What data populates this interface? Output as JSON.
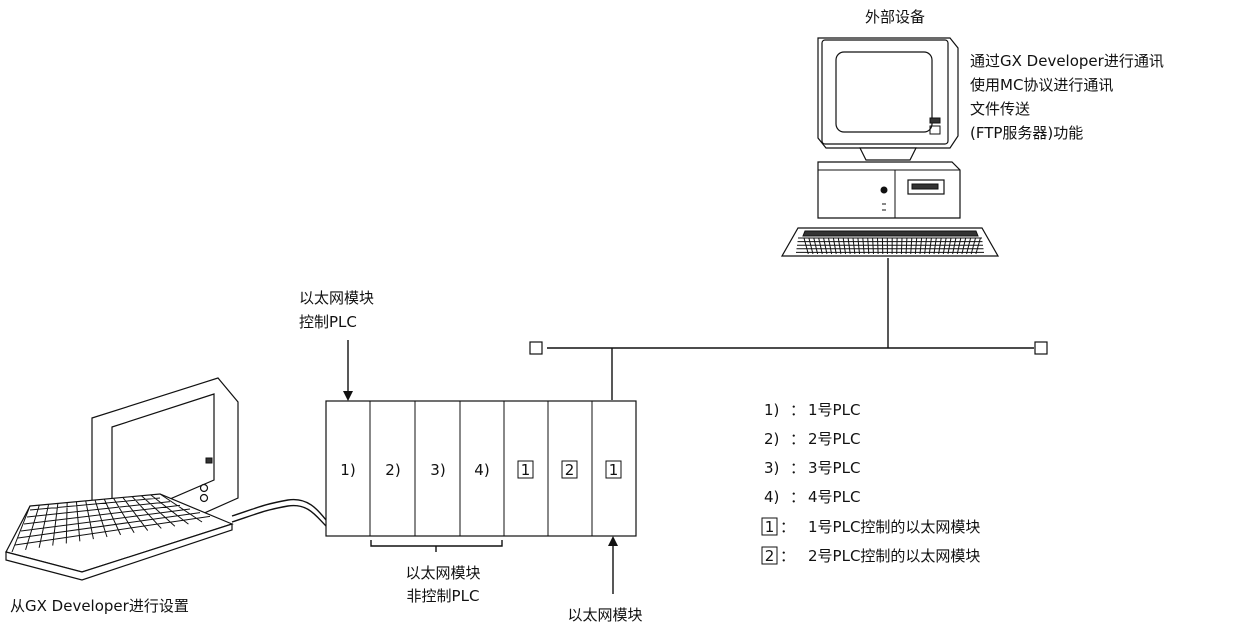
{
  "external_device": {
    "title": "外部设备",
    "functions": [
      "通过GX Developer进行通讯",
      "使用MC协议进行通讯",
      "文件传送",
      "(FTP服务器)功能"
    ]
  },
  "control_plc_label": [
    "以太网模块",
    "控制PLC"
  ],
  "non_control_plc_label": [
    "以太网模块",
    "非控制PLC"
  ],
  "bottom_module_label": "以太网模块",
  "pc_label": "从GX Developer进行设置",
  "slots": [
    "1)",
    "2)",
    "3)",
    "4)",
    "1",
    "2",
    "1"
  ],
  "legend": [
    {
      "key": "1)",
      "boxed": false,
      "sep": "：",
      "text": "1号PLC"
    },
    {
      "key": "2)",
      "boxed": false,
      "sep": "：",
      "text": "2号PLC"
    },
    {
      "key": "3)",
      "boxed": false,
      "sep": "：",
      "text": "3号PLC"
    },
    {
      "key": "4)",
      "boxed": false,
      "sep": "：",
      "text": "4号PLC"
    },
    {
      "key": "1",
      "boxed": true,
      "sep": "：",
      "text": "1号PLC控制的以太网模块"
    },
    {
      "key": "2",
      "boxed": true,
      "sep": "：",
      "text": "2号PLC控制的以太网模块"
    }
  ]
}
